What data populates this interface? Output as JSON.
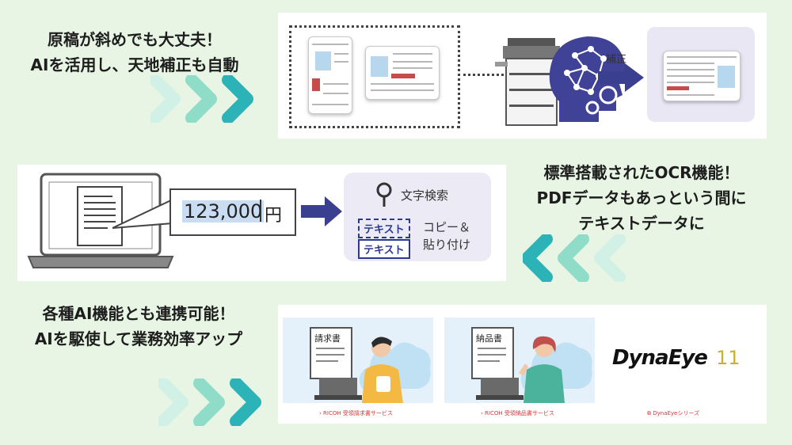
{
  "section1": {
    "caption_line1": "原稿が斜めでも大丈夫！",
    "caption_line2": "AIを活用し、天地補正も自動",
    "arrow_label": "補正"
  },
  "section2": {
    "caption_line1": "標準搭載されたOCR機能！",
    "caption_line2": "PDFデータもあっという間に",
    "caption_line3": "テキストデータに",
    "ocr_number": "123,000",
    "ocr_unit": "円",
    "search_label": "文字検索",
    "text_tag1": "テキスト",
    "text_tag2": "テキスト",
    "copy_paste_line1": "コピー＆",
    "copy_paste_line2": "貼り付け"
  },
  "section3": {
    "caption_line1": "各種AI機能とも連携可能！",
    "caption_line2": "AIを駆使して業務効率アップ",
    "doc1_label": "請求書",
    "doc2_label": "納品書",
    "service1": "RICOH 受領請求書サービス",
    "service2": "RICOH 受領納品書サービス",
    "service3": "DynaEyeシリーズ",
    "logo_text": "DynaEye",
    "logo_version": "11"
  },
  "colors": {
    "background": "#e8f5e4",
    "chevron_teal": "#2bb3b8",
    "chevron_mint": "#8fdcc8",
    "chevron_pale": "#d2f1e6",
    "arrow_navy": "#3b3f8f",
    "brand_red": "#d23a3a"
  }
}
